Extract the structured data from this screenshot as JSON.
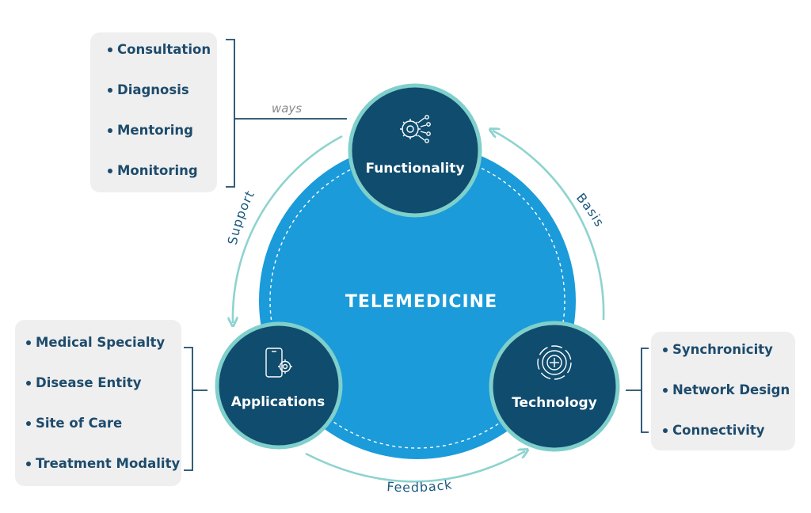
{
  "center": {
    "label": "TELEMEDICINE"
  },
  "nodes": {
    "functionality": {
      "label": "Functionality",
      "icon": "gear-network-icon"
    },
    "applications": {
      "label": "Applications",
      "icon": "phone-gear-icon"
    },
    "technology": {
      "label": "Technology",
      "icon": "target-plus-icon"
    }
  },
  "connectors": {
    "support": "Support",
    "basis": "Basis",
    "feedback": "Feedback",
    "ways": "ways"
  },
  "lists": {
    "functionality": [
      "Consultation",
      "Diagnosis",
      "Mentoring",
      "Monitoring"
    ],
    "applications": [
      "Medical Specialty",
      "Disease Entity",
      "Site of Care",
      "Treatment Modality"
    ],
    "technology": [
      "Synchronicity",
      "Network Design",
      "Connectivity"
    ]
  },
  "colors": {
    "center_fill": "#1b9bd9",
    "node_fill": "#0f4c6e",
    "node_ring": "#7fcfcb",
    "arrow": "#8ed3cf",
    "list_bg": "#efefef",
    "list_text": "#1d4b6c",
    "bracket": "#1d4b6c",
    "ways_text": "#8a8a8a"
  }
}
